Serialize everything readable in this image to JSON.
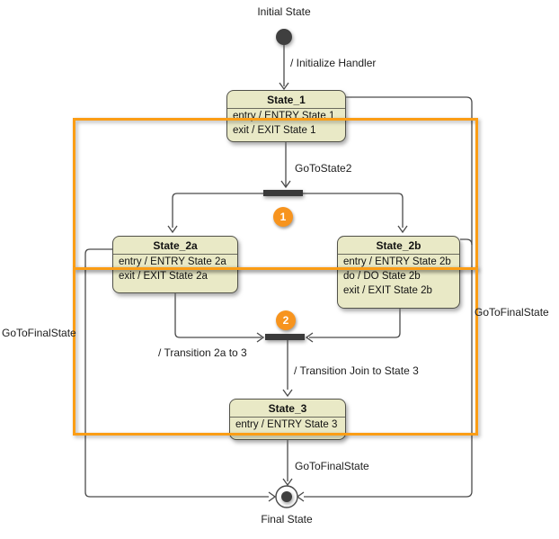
{
  "colors": {
    "annotation_orange": "#fb9d15",
    "badge_orange": "#f7941e",
    "state_fill": "#e9e9c6",
    "state_border": "#52524a",
    "connector": "#4a4a4a",
    "bar_fill": "#3a3a3a"
  },
  "nodes": {
    "initial": {
      "label": "Initial State"
    },
    "final": {
      "label": "Final State"
    },
    "state1": {
      "title": "State_1",
      "actions": [
        "entry / ENTRY State 1",
        "exit / EXIT State 1"
      ]
    },
    "state2a": {
      "title": "State_2a",
      "actions": [
        "entry / ENTRY State 2a",
        "exit / EXIT State 2a"
      ]
    },
    "state2b": {
      "title": "State_2b",
      "actions": [
        "entry / ENTRY State 2b",
        "do / DO State 2b",
        "exit / EXIT State 2b"
      ]
    },
    "state3": {
      "title": "State_3",
      "actions": [
        "entry / ENTRY State 3"
      ]
    }
  },
  "transitions": {
    "initialize_handler": "/ Initialize Handler",
    "go_to_state2": "GoToState2",
    "transition_2a_to_3": "/ Transition 2a to 3",
    "transition_join_to_state3": "/ Transition Join to State 3",
    "go_to_final_left": "GoToFinalState",
    "go_to_final_right": "GoToFinalState",
    "go_to_final_bottom": "GoToFinalState"
  },
  "badges": {
    "one": "1",
    "two": "2"
  }
}
